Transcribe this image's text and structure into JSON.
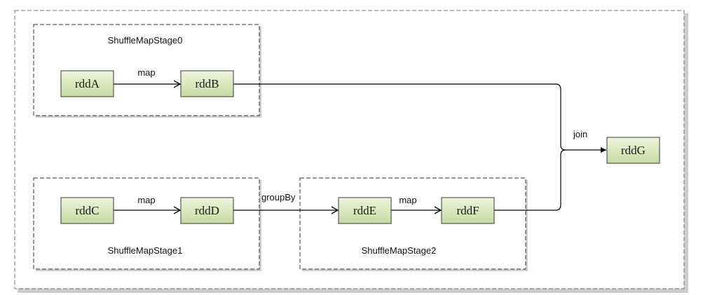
{
  "stages": {
    "stage0": "ShuffleMapStage0",
    "stage1": "ShuffleMapStage1",
    "stage2": "ShuffleMapStage2"
  },
  "rdds": {
    "a": "rddA",
    "b": "rddB",
    "c": "rddC",
    "d": "rddD",
    "e": "rddE",
    "f": "rddF",
    "g": "rddG"
  },
  "edges": {
    "a_to_b": "map",
    "c_to_d": "map",
    "d_to_e": "groupBy",
    "e_to_f": "map",
    "join": "join"
  },
  "colors": {
    "node_fill_top": "#eef5dd",
    "node_fill_bottom": "#c6daa2",
    "node_border": "#3a3a3a",
    "line": "#000000",
    "frame_shadow": "#cccccc"
  }
}
